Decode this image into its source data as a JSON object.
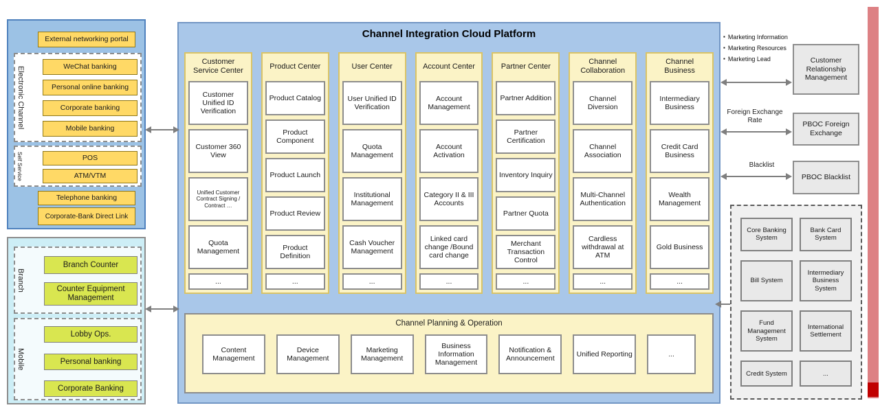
{
  "colors": {
    "panel_blue": "#9CC2E5",
    "platform_blue": "#A9C7E9",
    "column_yellow": "#FBF3C6",
    "item_yellow": "#FFD966",
    "item_lime": "#D9E650",
    "panel_cyan": "#CDEEF6",
    "gray_box": "#E9E9E9",
    "arrow_gray": "#7F7F7F",
    "sidebar_red": "#DD8184",
    "sidebar_red_dark": "#C00000"
  },
  "left_top": {
    "portal": "External networking portal",
    "electronic_channel": {
      "label": "Electronic Channel",
      "items": [
        "WeChat banking",
        "Personal online banking",
        "Corporate banking",
        "Mobile banking"
      ]
    },
    "self_service": {
      "label": "Self Service",
      "items": [
        "POS",
        "ATM/VTM"
      ]
    },
    "others": [
      "Telephone banking",
      "Corporate-Bank Direct Link"
    ]
  },
  "left_bottom": {
    "branch": {
      "label": "Branch",
      "items": [
        "Branch Counter",
        "Counter Equipment Management"
      ]
    },
    "mobile": {
      "label": "Mobile",
      "items": [
        "Lobby Ops.",
        "Personal banking",
        "Corporate Banking"
      ]
    }
  },
  "platform": {
    "title": "Channel Integration Cloud Platform",
    "columns": [
      {
        "header": "Customer Service Center",
        "items": [
          "Customer Unified ID Verification",
          "Customer 360 View",
          "Unified Customer Contract Signing /  Contract …",
          "Quota Management",
          "..."
        ]
      },
      {
        "header": "Product Center",
        "items": [
          "Product Catalog",
          "Product Component",
          "Product Launch",
          "Product Review",
          "Product Definition",
          "..."
        ]
      },
      {
        "header": "User Center",
        "items": [
          "User Unified ID Verification",
          "Quota Management",
          "Institutional Management",
          "Cash Voucher Management",
          "..."
        ]
      },
      {
        "header": "Account Center",
        "items": [
          "Account Management",
          "Account Activation",
          "Category II & III Accounts",
          "Linked card change /Bound card change",
          "..."
        ]
      },
      {
        "header": "Partner Center",
        "items": [
          "Partner Addition",
          "Partner Certification",
          "Inventory Inquiry",
          "Partner Quota",
          "Merchant Transaction Control",
          "..."
        ]
      },
      {
        "header": "Channel Collaboration",
        "items": [
          "Channel Diversion",
          "Channel Association",
          "Multi-Channel Authentication",
          "Cardless withdrawal at ATM",
          "..."
        ]
      },
      {
        "header": "Channel Business",
        "items": [
          "Intermediary Business",
          "Credit Card Business",
          "Wealth Management",
          "Gold Business",
          "..."
        ]
      }
    ],
    "planning": {
      "title": "Channel Planning & Operation",
      "items": [
        "Content Management",
        "Device Management",
        "Marketing Management",
        "Business Information Management",
        "Notification & Announcement",
        "Unified Reporting",
        "..."
      ]
    }
  },
  "right": {
    "crm": {
      "bullets": [
        "Marketing Information",
        "Marketing Resources",
        "Marketing Lead"
      ],
      "box": "Customer Relationship Management"
    },
    "fx": {
      "label": "Foreign Exchange Rate",
      "box": "PBOC Foreign Exchange"
    },
    "blacklist": {
      "label": "Blacklist",
      "box": "PBOC Blacklist"
    },
    "systems": [
      "Core Banking System",
      "Bank Card System",
      "Bill System",
      "Intermediary Business System",
      "Fund Management System",
      "International Settlement",
      "Credit System",
      "..."
    ]
  }
}
